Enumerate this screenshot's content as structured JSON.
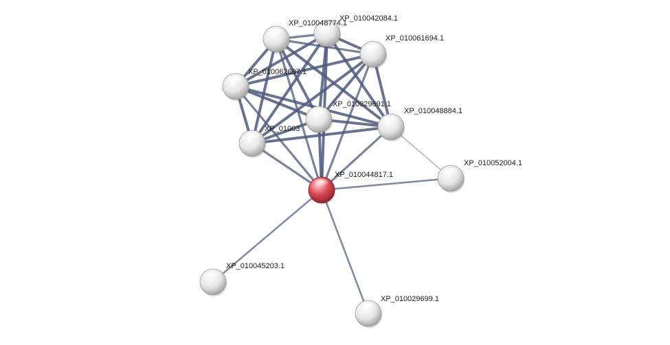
{
  "network": {
    "query_node_color": "#d94a55",
    "default_node_color": "#e6e6e6",
    "edge_color_strong": "#4e5a7e",
    "edge_color_weak": "#b5b5b5",
    "nodes": [
      {
        "id": "XP_010044817.1",
        "label": "XP_010044817.1",
        "query": true
      },
      {
        "id": "XP_010048774.1",
        "label": "XP_010048774.1",
        "query": false
      },
      {
        "id": "XP_010042084.1",
        "label": "XP_010042084.1",
        "query": false
      },
      {
        "id": "XP_010061694.1",
        "label": "XP_010061694.1",
        "query": false
      },
      {
        "id": "XP_010062697.1",
        "label": "XP_010062697.1",
        "query": false
      },
      {
        "id": "XP_010029691.1",
        "label": "XP_010029691.1",
        "query": false
      },
      {
        "id": "XP_010048884.1",
        "label": "XP_010048884.1",
        "query": false
      },
      {
        "id": "XP_01003x",
        "label": "XP_01003",
        "query": false
      },
      {
        "id": "XP_010052004.1",
        "label": "XP_010052004.1",
        "query": false
      },
      {
        "id": "XP_010045203.1",
        "label": "XP_010045203.1",
        "query": false
      },
      {
        "id": "XP_010029699.1",
        "label": "XP_010029699.1",
        "query": false
      }
    ],
    "edges": [
      {
        "source": "XP_010048774.1",
        "target": "XP_010042084.1",
        "weight": 2
      },
      {
        "source": "XP_010048774.1",
        "target": "XP_010061694.1",
        "weight": 2
      },
      {
        "source": "XP_010048774.1",
        "target": "XP_010062697.1",
        "weight": 3
      },
      {
        "source": "XP_010048774.1",
        "target": "XP_010029691.1",
        "weight": 3
      },
      {
        "source": "XP_010048774.1",
        "target": "XP_010048884.1",
        "weight": 3
      },
      {
        "source": "XP_010048774.1",
        "target": "XP_01003x",
        "weight": 3
      },
      {
        "source": "XP_010048774.1",
        "target": "XP_010044817.1",
        "weight": 2
      },
      {
        "source": "XP_010042084.1",
        "target": "XP_010061694.1",
        "weight": 3
      },
      {
        "source": "XP_010042084.1",
        "target": "XP_010062697.1",
        "weight": 3
      },
      {
        "source": "XP_010042084.1",
        "target": "XP_010029691.1",
        "weight": 3
      },
      {
        "source": "XP_010042084.1",
        "target": "XP_010048884.1",
        "weight": 3
      },
      {
        "source": "XP_010042084.1",
        "target": "XP_01003x",
        "weight": 3
      },
      {
        "source": "XP_010042084.1",
        "target": "XP_010044817.1",
        "weight": 3
      },
      {
        "source": "XP_010061694.1",
        "target": "XP_010062697.1",
        "weight": 3
      },
      {
        "source": "XP_010061694.1",
        "target": "XP_010029691.1",
        "weight": 3
      },
      {
        "source": "XP_010061694.1",
        "target": "XP_010048884.1",
        "weight": 3
      },
      {
        "source": "XP_010061694.1",
        "target": "XP_01003x",
        "weight": 3
      },
      {
        "source": "XP_010061694.1",
        "target": "XP_010044817.1",
        "weight": 2
      },
      {
        "source": "XP_010062697.1",
        "target": "XP_010029691.1",
        "weight": 3
      },
      {
        "source": "XP_010062697.1",
        "target": "XP_010048884.1",
        "weight": 3
      },
      {
        "source": "XP_010062697.1",
        "target": "XP_01003x",
        "weight": 3
      },
      {
        "source": "XP_010062697.1",
        "target": "XP_010044817.1",
        "weight": 2
      },
      {
        "source": "XP_010029691.1",
        "target": "XP_010048884.1",
        "weight": 3
      },
      {
        "source": "XP_010029691.1",
        "target": "XP_01003x",
        "weight": 3
      },
      {
        "source": "XP_010029691.1",
        "target": "XP_010044817.1",
        "weight": 3
      },
      {
        "source": "XP_010048884.1",
        "target": "XP_01003x",
        "weight": 3
      },
      {
        "source": "XP_010048884.1",
        "target": "XP_010044817.1",
        "weight": 2
      },
      {
        "source": "XP_010048884.1",
        "target": "XP_010052004.1",
        "weight": 0
      },
      {
        "source": "XP_01003x",
        "target": "XP_010044817.1",
        "weight": 2
      },
      {
        "source": "XP_010044817.1",
        "target": "XP_010052004.1",
        "weight": 1
      },
      {
        "source": "XP_010044817.1",
        "target": "XP_010045203.1",
        "weight": 1
      },
      {
        "source": "XP_010044817.1",
        "target": "XP_010029699.1",
        "weight": 1
      }
    ]
  }
}
